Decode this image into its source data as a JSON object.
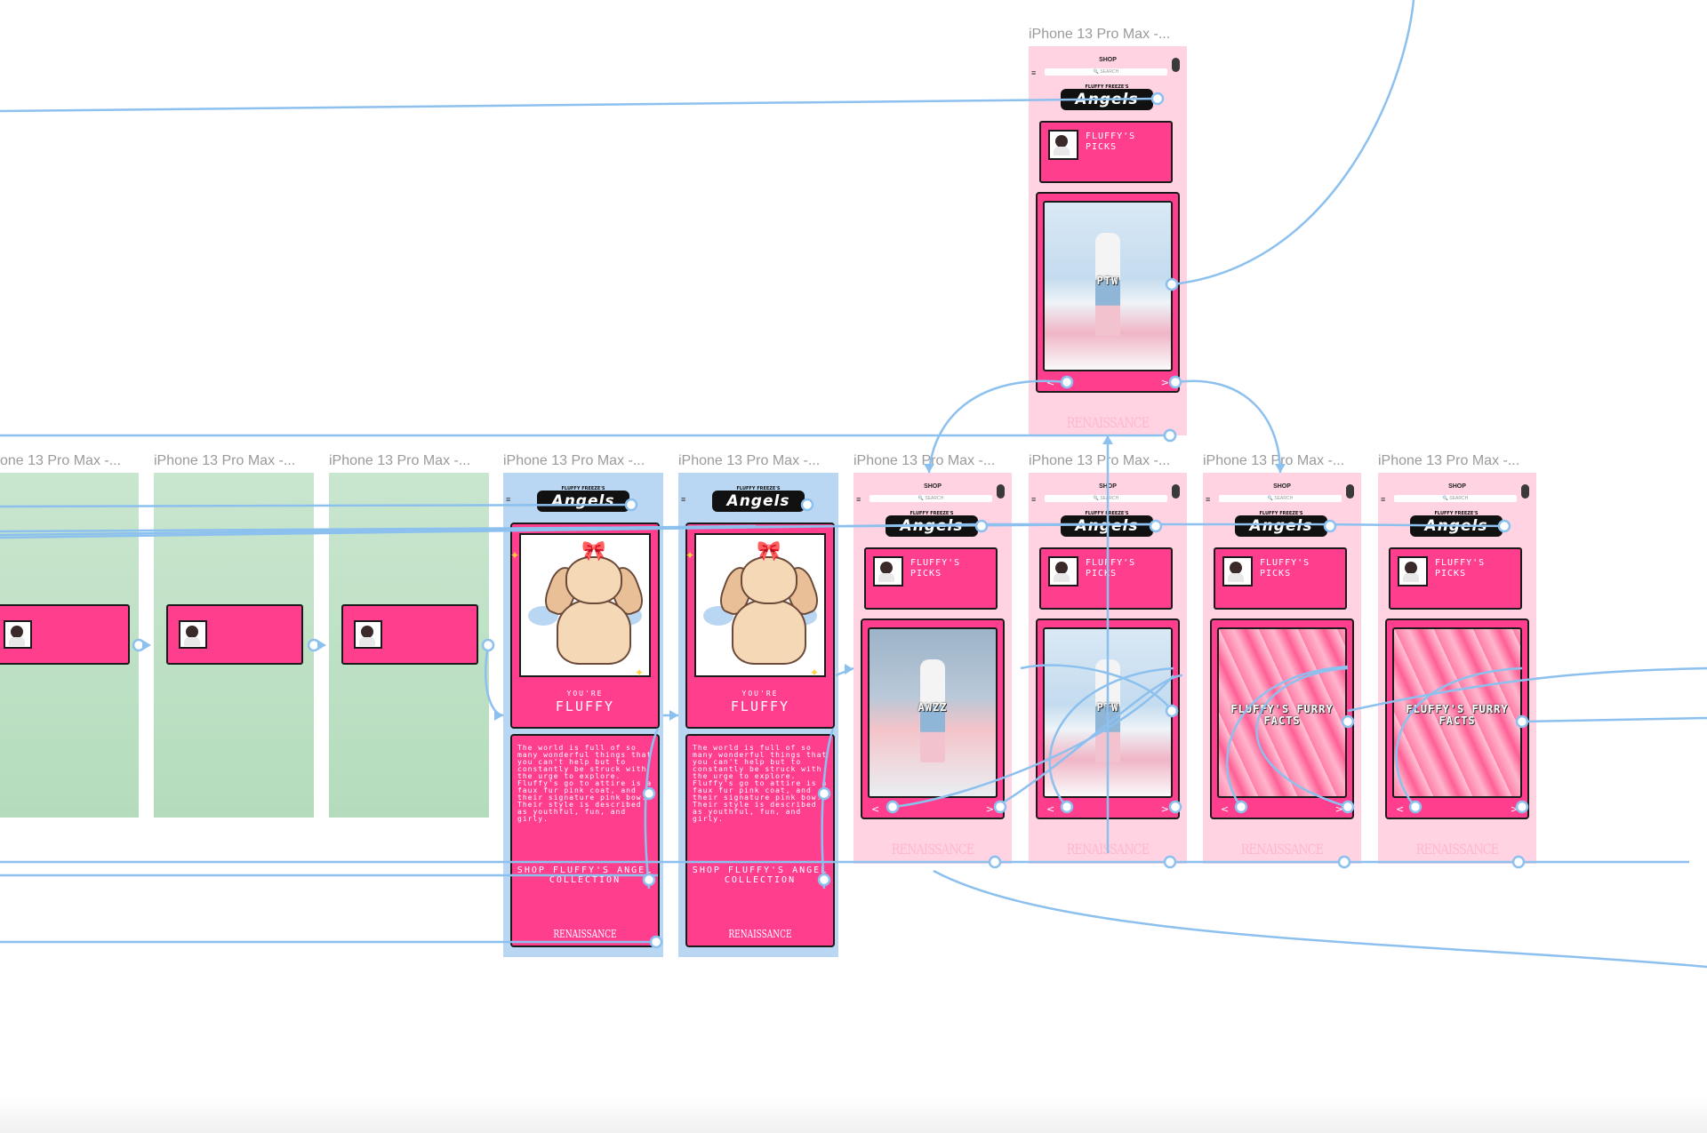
{
  "frame_label": "iPhone 13 Pro Max -...",
  "frame_label_clipped": "one 13 Pro Max -...",
  "shop_label": "SHOP",
  "search_placeholder": "🔍 SEARCH",
  "logo_text": "Angels",
  "logo_sub": "FLUFFY FREEZE'S",
  "picks_label": "FLUFFY'S PICKS",
  "photo_texts": {
    "snow": "PTW",
    "runway": "AWZZ",
    "fur": "FLUFFY'S FURRY FACTS"
  },
  "nav": {
    "prev": "<",
    "next": ">"
  },
  "footer_brand": "RENAISSANCE",
  "youre": "YOU'RE",
  "fluffy": "FLUFFY",
  "description": "The world is full of so many wonderful things that you can't help but to constantly be struck with the urge to explore. Fluffy's go to attire is a faux fur pink coat, and their signature pink bow. Their style is described as youthful, fun, and girly.",
  "shop_cta": "SHOP FLUFFY'S ANGEL COLLECTION",
  "colors": {
    "accent": "#ff3f8e",
    "wire": "#8cc0ee",
    "frame_pink": "#ffd3e2",
    "frame_blue": "#b9d7f2",
    "frame_green": "#bfe2c6"
  }
}
